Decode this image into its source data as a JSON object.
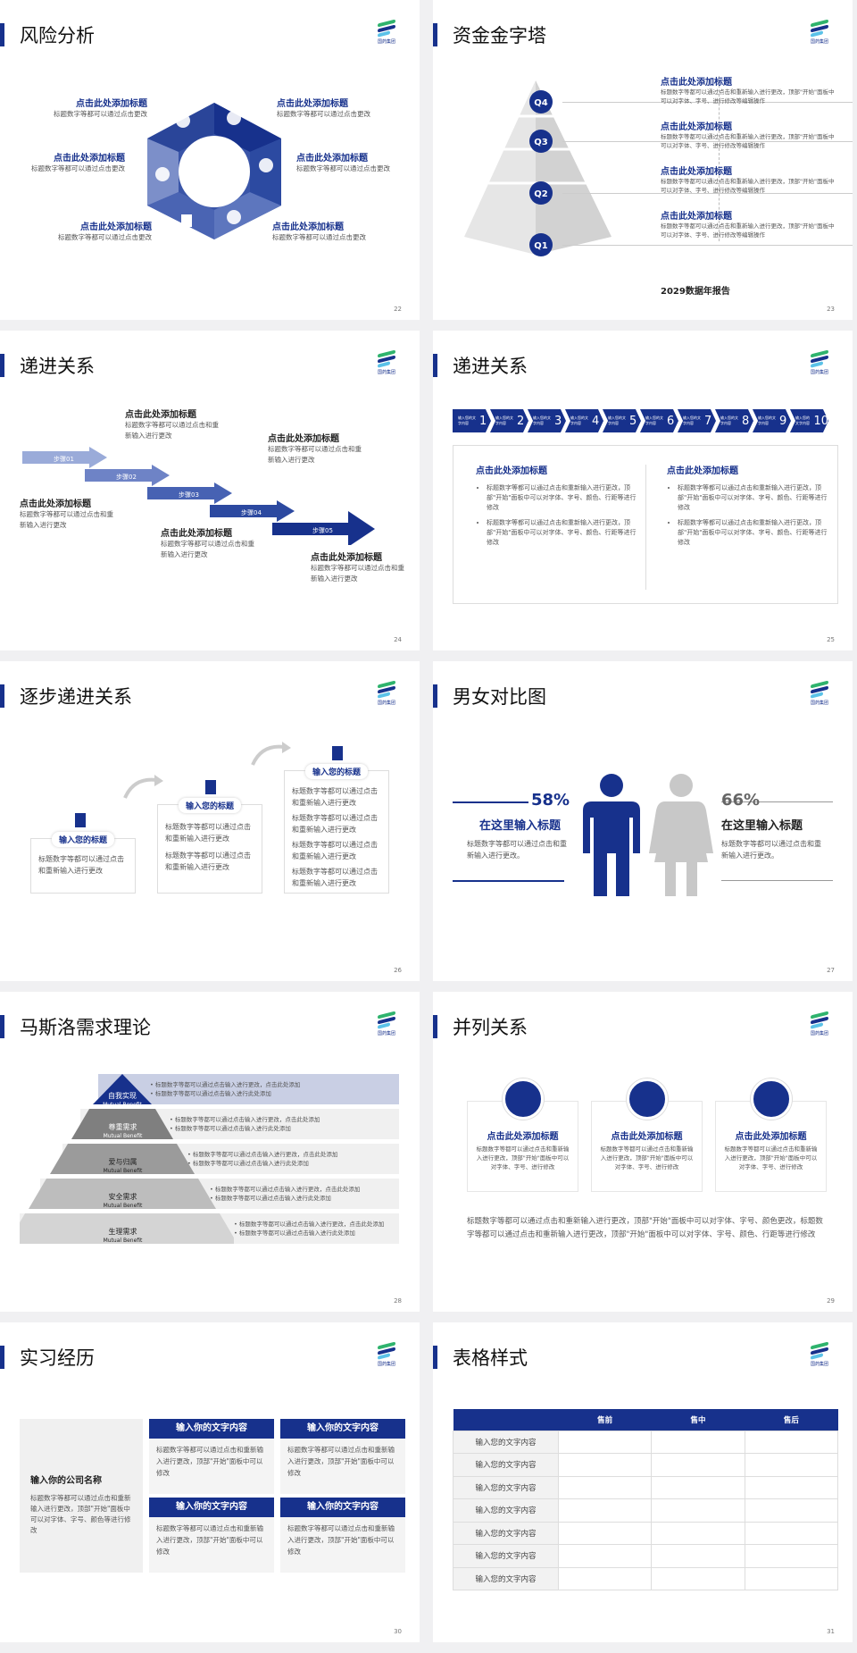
{
  "logo_text": "国药集团",
  "s22": {
    "title": "风险分析",
    "page": "22",
    "items": [
      {
        "title": "点击此处添加标题",
        "body": "标题数字等都可以通过点击更改"
      },
      {
        "title": "点击此处添加标题",
        "body": "标题数字等都可以通过点击更改"
      },
      {
        "title": "点击此处添加标题",
        "body": "标题数字等都可以通过点击更改"
      },
      {
        "title": "点击此处添加标题",
        "body": "标题数字等都可以通过点击更改"
      },
      {
        "title": "点击此处添加标题",
        "body": "标题数字等都可以通过点击更改"
      },
      {
        "title": "点击此处添加标题",
        "body": "标题数字等都可以通过点击更改"
      }
    ]
  },
  "s23": {
    "title": "资金金字塔",
    "page": "23",
    "levels": [
      "Q4",
      "Q3",
      "Q2",
      "Q1"
    ],
    "caption": "2029数据年报告",
    "items": [
      {
        "title": "点击此处添加标题",
        "body": "标题数字等都可以通过点击和重新输入进行更改，顶部\"开始\"面板中可以对字体、字号、进行修改等编辑操作"
      },
      {
        "title": "点击此处添加标题",
        "body": "标题数字等都可以通过点击和重新输入进行更改，顶部\"开始\"面板中可以对字体、字号、进行修改等编辑操作"
      },
      {
        "title": "点击此处添加标题",
        "body": "标题数字等都可以通过点击和重新输入进行更改，顶部\"开始\"面板中可以对字体、字号、进行修改等编辑操作"
      },
      {
        "title": "点击此处添加标题",
        "body": "标题数字等都可以通过点击和重新输入进行更改，顶部\"开始\"面板中可以对字体、字号、进行修改等编辑操作"
      }
    ]
  },
  "s24": {
    "title": "递进关系",
    "page": "24",
    "steps": [
      "步骤01",
      "步骤02",
      "步骤03",
      "步骤04",
      "步骤05"
    ],
    "items": [
      {
        "title": "点击此处添加标题",
        "body": "标题数字等都可以通过点击和重新输入进行更改"
      },
      {
        "title": "点击此处添加标题",
        "body": "标题数字等都可以通过点击和重新输入进行更改"
      },
      {
        "title": "点击此处添加标题",
        "body": "标题数字等都可以通过点击和重新输入进行更改"
      },
      {
        "title": "点击此处添加标题",
        "body": "标题数字等都可以通过点击和重新输入进行更改"
      },
      {
        "title": "点击此处添加标题",
        "body": "标题数字等都可以通过点击和重新输入进行更改"
      }
    ]
  },
  "s25": {
    "title": "递进关系",
    "page": "25",
    "chevron_label": "输入您的文字内容",
    "chevrons": [
      "1",
      "2",
      "3",
      "4",
      "5",
      "6",
      "7",
      "8",
      "9",
      "10"
    ],
    "columns": [
      {
        "title": "点击此处添加标题",
        "bullets": [
          "标题数字等都可以通过点击和重新输入进行更改，顶部\"开始\"面板中可以对字体、字号、颜色、行距等进行修改",
          "标题数字等都可以通过点击和重新输入进行更改，顶部\"开始\"面板中可以对字体、字号、颜色、行距等进行修改"
        ]
      },
      {
        "title": "点击此处添加标题",
        "bullets": [
          "标题数字等都可以通过点击和重新输入进行更改，顶部\"开始\"面板中可以对字体、字号、颜色、行距等进行修改",
          "标题数字等都可以通过点击和重新输入进行更改，顶部\"开始\"面板中可以对字体、字号、颜色、行距等进行修改"
        ]
      }
    ]
  },
  "s26": {
    "title": "逐步递进关系",
    "page": "26",
    "steps": [
      {
        "title": "输入您的标题",
        "body": [
          "标题数字等都可以通过点击和重新输入进行更改"
        ]
      },
      {
        "title": "输入您的标题",
        "body": [
          "标题数字等都可以通过点击和重新输入进行更改",
          "标题数字等都可以通过点击和重新输入进行更改"
        ]
      },
      {
        "title": "输入您的标题",
        "body": [
          "标题数字等都可以通过点击和重新输入进行更改",
          "标题数字等都可以通过点击和重新输入进行更改",
          "标题数字等都可以通过点击和重新输入进行更改",
          "标题数字等都可以通过点击和重新输入进行更改"
        ]
      }
    ]
  },
  "s27": {
    "title": "男女对比图",
    "page": "27",
    "left": {
      "pct": "58%",
      "title": "在这里输入标题",
      "body": "标题数字等都可以通过点击和重新输入进行更改。"
    },
    "right": {
      "pct": "66%",
      "title": "在这里输入标题",
      "body": "标题数字等都可以通过点击和重新输入进行更改。"
    },
    "colors": {
      "male": "#17318c",
      "female": "#c8c8c8"
    }
  },
  "s28": {
    "title": "马斯洛需求理论",
    "page": "28",
    "levels": [
      {
        "name": "自我实现",
        "sub": "Mutual Benefit",
        "lines": [
          "标题数字等都可以通过点击输入进行更改，点击此处添加",
          "标题数字等都可以通过点击输入进行此处添加"
        ]
      },
      {
        "name": "尊重需求",
        "sub": "Mutual Benefit",
        "lines": [
          "标题数字等都可以通过点击输入进行更改，点击此处添加",
          "标题数字等都可以通过点击输入进行此处添加"
        ]
      },
      {
        "name": "爱与归属",
        "sub": "Mutual Benefit",
        "lines": [
          "标题数字等都可以通过点击输入进行更改，点击此处添加",
          "标题数字等都可以通过点击输入进行此处添加"
        ]
      },
      {
        "name": "安全需求",
        "sub": "Mutual Benefit",
        "lines": [
          "标题数字等都可以通过点击输入进行更改，点击此处添加",
          "标题数字等都可以通过点击输入进行此处添加"
        ]
      },
      {
        "name": "生理需求",
        "sub": "Mutual Benefit",
        "lines": [
          "标题数字等都可以通过点击输入进行更改，点击此处添加",
          "标题数字等都可以通过点击输入进行此处添加"
        ]
      }
    ]
  },
  "s29": {
    "title": "并列关系",
    "page": "29",
    "cards": [
      {
        "title": "点击此处添加标题",
        "body": "标题数字等都可以通过点击和重新输入进行更改，顶部\"开始\"面板中可以对字体、字号、进行修改"
      },
      {
        "title": "点击此处添加标题",
        "body": "标题数字等都可以通过点击和重新输入进行更改，顶部\"开始\"面板中可以对字体、字号、进行修改"
      },
      {
        "title": "点击此处添加标题",
        "body": "标题数字等都可以通过点击和重新输入进行更改，顶部\"开始\"面板中可以对字体、字号、进行修改"
      }
    ],
    "summary": "标题数字等都可以通过点击和重新输入进行更改，顶部\"开始\"面板中可以对字体、字号、颜色更改，标题数字等都可以通过点击和重新输入进行更改，顶部\"开始\"面板中可以对字体、字号、颜色、行距等进行修改"
  },
  "s30": {
    "title": "实习经历",
    "page": "30",
    "company": "输入你的公司名称",
    "company_body": "标题数字等都可以通过点击和重新输入进行更改，顶部\"开始\"面板中可以对字体、字号、颜色等进行修改",
    "boxes": [
      {
        "title": "输入你的文字内容",
        "body": "标题数字等都可以通过点击和重新输入进行更改，顶部\"开始\"面板中可以修改"
      },
      {
        "title": "输入你的文字内容",
        "body": "标题数字等都可以通过点击和重新输入进行更改，顶部\"开始\"面板中可以修改"
      },
      {
        "title": "输入你的文字内容",
        "body": "标题数字等都可以通过点击和重新输入进行更改，顶部\"开始\"面板中可以修改"
      },
      {
        "title": "输入你的文字内容",
        "body": "标题数字等都可以通过点击和重新输入进行更改，顶部\"开始\"面板中可以修改"
      }
    ]
  },
  "s31": {
    "title": "表格样式",
    "page": "31",
    "headers": [
      "",
      "售前",
      "售中",
      "售后"
    ],
    "rows": [
      "输入您的文字内容",
      "输入您的文字内容",
      "输入您的文字内容",
      "输入您的文字内容",
      "输入您的文字内容",
      "输入您的文字内容",
      "输入您的文字内容"
    ]
  }
}
